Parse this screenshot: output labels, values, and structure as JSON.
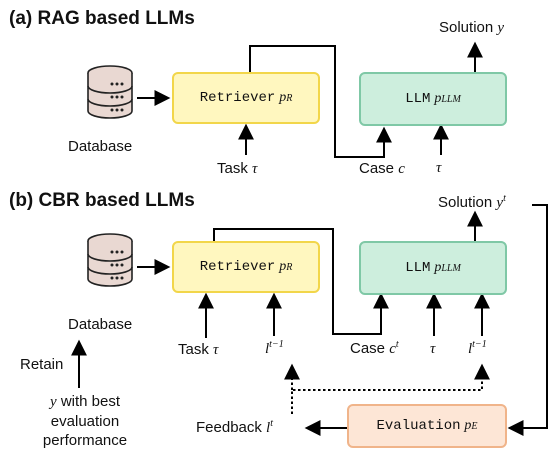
{
  "panel_a": {
    "title": "(a) RAG based LLMs",
    "database": "Database",
    "retriever": {
      "name": "Retriever",
      "var": "p",
      "sub": "R"
    },
    "llm": {
      "name": "LLM",
      "var": "p",
      "sub": "LLM"
    },
    "solution": {
      "text": "Solution",
      "var": "y"
    },
    "task": {
      "text": "Task",
      "var": "τ"
    },
    "case": {
      "text": "Case",
      "var": "c"
    },
    "tau": "τ"
  },
  "panel_b": {
    "title": "(b) CBR based LLMs",
    "database": "Database",
    "retriever": {
      "name": "Retriever",
      "var": "p",
      "sub": "R"
    },
    "llm": {
      "name": "LLM",
      "var": "p",
      "sub": "LLM"
    },
    "evaluation": {
      "name": "Evaluation",
      "var": "p",
      "sub": "E"
    },
    "solution": {
      "text": "Solution",
      "var": "y",
      "sup": "t"
    },
    "task": {
      "text": "Task",
      "var": "τ"
    },
    "l_prev": {
      "var": "l",
      "sup": "t−1"
    },
    "case": {
      "text": "Case",
      "var": "c",
      "sup": "t"
    },
    "tau": "τ",
    "l_prev_llm": {
      "var": "l",
      "sup": "t−1"
    },
    "retain": "Retain",
    "retain_note": {
      "var": "y",
      "line1": "with best",
      "line2": "evaluation",
      "line3": "performance"
    },
    "feedback": {
      "text": "Feedback",
      "var": "l",
      "sup": "t"
    }
  },
  "colors": {
    "retriever_fill": "#fff7bf",
    "retriever_border": "#f2d64a",
    "llm_fill": "#cdeedd",
    "llm_border": "#7fc8a6",
    "evaluation_fill": "#fde6d6",
    "evaluation_border": "#f0b48a",
    "database_fill": "#e9d8d2"
  },
  "icons": {
    "database": "database-cylinder-icon"
  }
}
